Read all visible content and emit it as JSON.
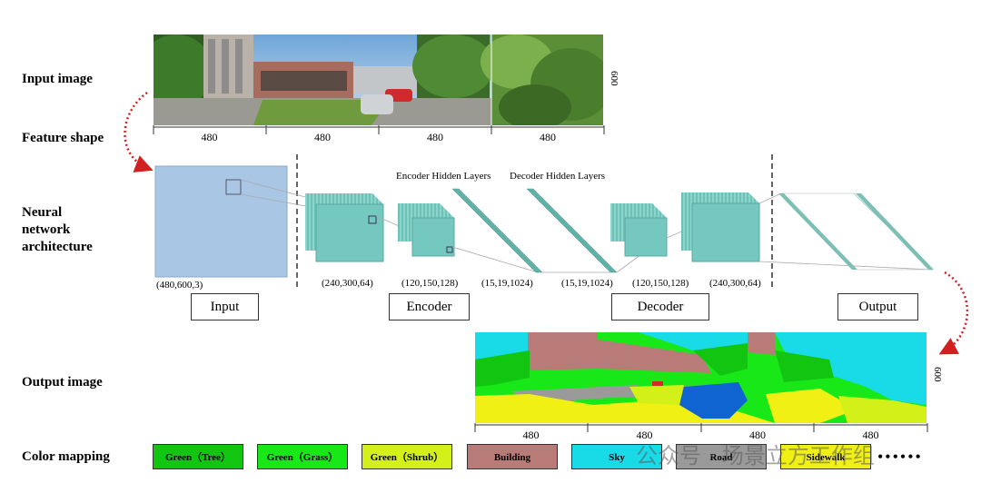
{
  "labels": {
    "input_image": "Input image",
    "feature_shape": "Feature shape",
    "neural_network": [
      "Neural",
      "network",
      "architecture"
    ],
    "output_image": "Output image",
    "color_mapping": "Color mapping"
  },
  "input_strip": {
    "segments": [
      "480",
      "480",
      "480",
      "480"
    ],
    "height": "600"
  },
  "output_strip": {
    "segments": [
      "480",
      "480",
      "480",
      "480"
    ],
    "height": "600"
  },
  "hidden_layers": {
    "encoder": "Encoder Hidden Layers",
    "decoder": "Decoder Hidden Layers"
  },
  "dimensions": [
    "(480,600,3)",
    "(240,300,64)",
    "(120,150,128)",
    "(15,19,1024)",
    "(15,19,1024)",
    "(120,150,128)",
    "(240,300,64)"
  ],
  "stages": [
    "Input",
    "Encoder",
    "Decoder",
    "Output"
  ],
  "color_mapping": [
    {
      "label": "Green（Tree）",
      "color": "#11c511"
    },
    {
      "label": "Green（Grass）",
      "color": "#18e818"
    },
    {
      "label": "Green（Shrub）",
      "color": "#d4f019"
    },
    {
      "label": "Building",
      "color": "#b87b78"
    },
    {
      "label": "Sky",
      "color": "#19dbe8"
    },
    {
      "label": "Road",
      "color": "#9a9a9a"
    },
    {
      "label": "Sidewalk",
      "color": "#f0f014"
    }
  ],
  "more_marker": "••••••",
  "watermark": "公众号 · 场景立方工作组"
}
